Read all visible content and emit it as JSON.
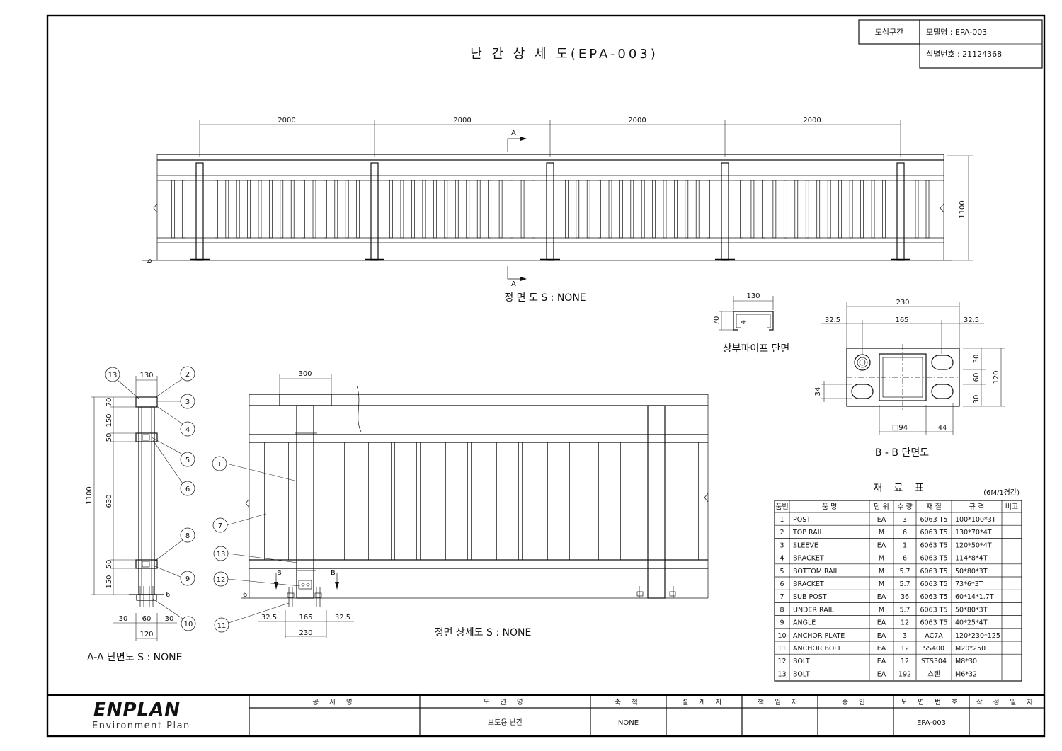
{
  "title_block": {
    "section": "도심구간",
    "model": "모델명 : EPA-003",
    "id": "식별번호 : 21124368"
  },
  "drawing_title": "난 간 상 세 도(EPA-003)",
  "front_view": {
    "spans": [
      "2000",
      "2000",
      "2000",
      "2000"
    ],
    "height": "1100",
    "section_mark": "A",
    "ground_mark": "6",
    "caption": "정 면 도 S : NONE"
  },
  "top_pipe": {
    "width": "130",
    "height": "70",
    "thickness": "4",
    "caption": "상부파이프 단면"
  },
  "bb_section": {
    "total": "230",
    "left": "32.5",
    "mid": "165",
    "right": "32.5",
    "v1": "30",
    "v2": "60",
    "v3": "30",
    "vtotal": "120",
    "hole": "34",
    "square": "□94",
    "gap": "44",
    "caption": "B - B 단면도"
  },
  "aa_section": {
    "top_width": "130",
    "h70": "70",
    "h150a": "150",
    "h50a": "50",
    "h630": "630",
    "h50b": "50",
    "h150b": "150",
    "total": "1100",
    "b30a": "30",
    "b60": "60",
    "b30b": "30",
    "b120": "120",
    "ground": "6",
    "caption": "A-A 단면도 S : NONE",
    "callouts": [
      "13",
      "2",
      "3",
      "4",
      "5",
      "6",
      "8",
      "9",
      "10"
    ]
  },
  "detail_view": {
    "top_width": "300",
    "b_left": "32.5",
    "b_mid": "165",
    "b_right": "32.5",
    "b_total": "230",
    "bmark": "B",
    "ground": "6",
    "caption": "정면 상세도 S : NONE",
    "callouts": [
      "1",
      "7",
      "13",
      "12",
      "11"
    ]
  },
  "materials": {
    "title": "재 료 표",
    "note": "(6M/1경간)",
    "headers": [
      "품번",
      "품 명",
      "단 위",
      "수 량",
      "재 질",
      "규 격",
      "비고"
    ],
    "rows": [
      [
        "1",
        "POST",
        "EA",
        "3",
        "6063 T5",
        "100*100*3T",
        ""
      ],
      [
        "2",
        "TOP RAIL",
        "M",
        "6",
        "6063 T5",
        "130*70*4T",
        ""
      ],
      [
        "3",
        "SLEEVE",
        "EA",
        "1",
        "6063 T5",
        "120*50*4T",
        ""
      ],
      [
        "4",
        "BRACKET",
        "M",
        "6",
        "6063 T5",
        "114*8*4T",
        ""
      ],
      [
        "5",
        "BOTTOM RAIL",
        "M",
        "5.7",
        "6063 T5",
        "50*80*3T",
        ""
      ],
      [
        "6",
        "BRACKET",
        "M",
        "5.7",
        "6063 T5",
        "73*6*3T",
        ""
      ],
      [
        "7",
        "SUB POST",
        "EA",
        "36",
        "6063 T5",
        "60*14*1.7T",
        ""
      ],
      [
        "8",
        "UNDER RAIL",
        "M",
        "5.7",
        "6063 T5",
        "50*80*3T",
        ""
      ],
      [
        "9",
        "ANGLE",
        "EA",
        "12",
        "6063 T5",
        "40*25*4T",
        ""
      ],
      [
        "10",
        "ANCHOR PLATE",
        "EA",
        "3",
        "AC7A",
        "120*230*125",
        ""
      ],
      [
        "11",
        "ANCHOR BOLT",
        "EA",
        "12",
        "SS400",
        "M20*250",
        ""
      ],
      [
        "12",
        "BOLT",
        "EA",
        "12",
        "STS304",
        "M8*30",
        ""
      ],
      [
        "13",
        "BOLT",
        "EA",
        "192",
        "스텐",
        "M6*32",
        ""
      ]
    ]
  },
  "footer": {
    "logo": "ENPLAN",
    "logo_sub": "Environment Plan",
    "headers": [
      "공 시 명",
      "도 면 명",
      "축 척",
      "설 계 자",
      "책 임 자",
      "승 인",
      "도 면 번 호",
      "작 성 일 자"
    ],
    "values": [
      "",
      "보도용 난간",
      "NONE",
      "",
      "",
      "",
      "EPA-003",
      ""
    ]
  }
}
